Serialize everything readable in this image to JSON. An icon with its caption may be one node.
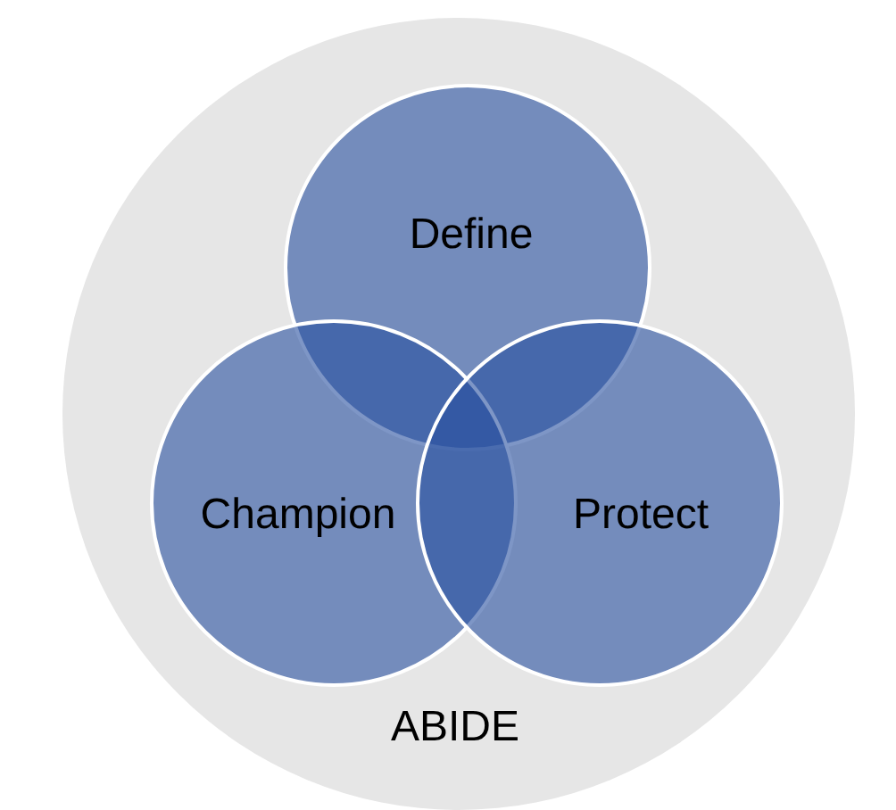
{
  "diagram": {
    "nodes": [
      {
        "text": [
          "ABIDE"
        ]
      },
      {
        "text": [
          "Define"
        ],
        "in": 0
      },
      {
        "text": [
          "Champion"
        ],
        "in": 0
      },
      {
        "text": [
          "Protect"
        ],
        "in": 0
      }
    ]
  }
}
